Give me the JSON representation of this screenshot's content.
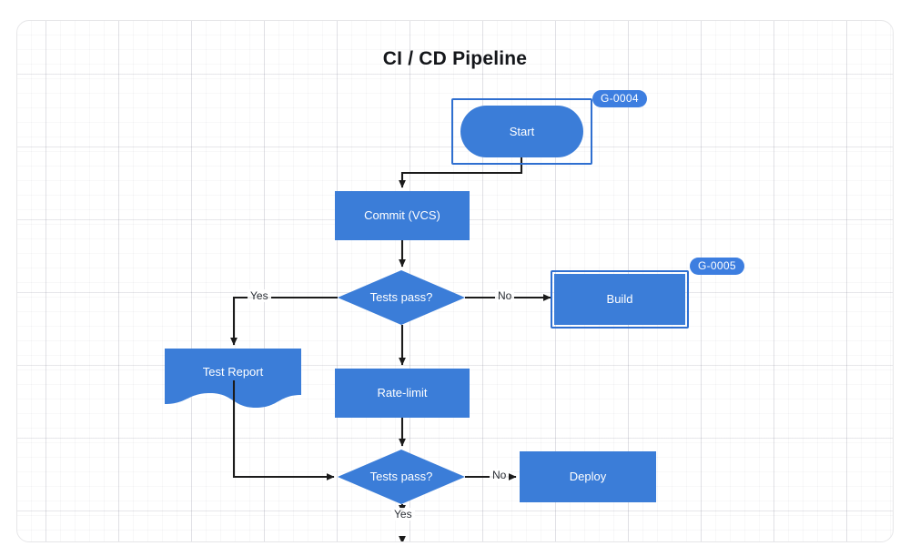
{
  "diagram": {
    "title": "CI / CD Pipeline",
    "accent_color": "#3d7ee0",
    "node_fill": "#3b7dd8",
    "selection_color": "#2f6fd0",
    "edge_color": "#1b1b1b",
    "label_color": "#ffffff"
  },
  "nodes": [
    {
      "id": "start",
      "label": "Start",
      "shape": "pill"
    },
    {
      "id": "commit",
      "label": "Commit (VCS)",
      "shape": "rect"
    },
    {
      "id": "tests1",
      "label": "Tests pass?",
      "shape": "diamond"
    },
    {
      "id": "build",
      "label": "Build",
      "shape": "rect"
    },
    {
      "id": "testreport",
      "label": "Test Report",
      "shape": "document"
    },
    {
      "id": "ratelimit",
      "label": "Rate-limit",
      "shape": "rect"
    },
    {
      "id": "tests2",
      "label": "Tests pass?",
      "shape": "diamond"
    },
    {
      "id": "deploy",
      "label": "Deploy",
      "shape": "rect"
    }
  ],
  "edge_labels": {
    "tests1_yes": "Yes",
    "tests1_no": "No",
    "tests2_yes": "Yes",
    "tests2_no": "No"
  },
  "badges": [
    {
      "id": "badge-start",
      "label": "G-0004"
    },
    {
      "id": "badge-build",
      "label": "G-0005"
    }
  ]
}
